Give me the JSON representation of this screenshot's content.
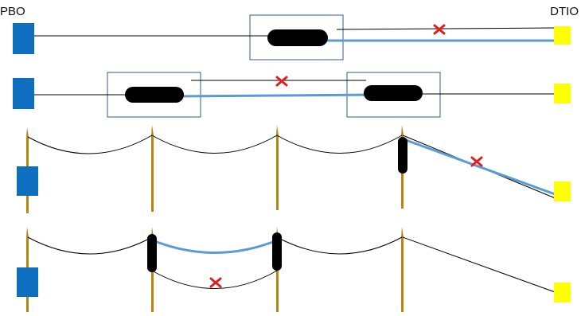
{
  "labels": {
    "left": "PBO",
    "right": "DTIO"
  },
  "colors": {
    "pbo": "#0e6fc1",
    "dtio": "#ffff00",
    "fiber": "#5b9bd5",
    "cable": "#000000",
    "closure": "#000000",
    "frame": "#3a5a80",
    "pole": "#b8860b",
    "cut": "#e02020"
  },
  "rows": [
    {
      "id": "underground-single-splice",
      "splices": 1,
      "broken_segment": "direct"
    },
    {
      "id": "underground-double-splice",
      "splices": 2,
      "broken_segment": "direct"
    },
    {
      "id": "aerial-drop-splice",
      "poles": 4,
      "broken_segment": "direct"
    },
    {
      "id": "aerial-mid-span-splice",
      "poles": 4,
      "broken_segment": "direct"
    }
  ]
}
